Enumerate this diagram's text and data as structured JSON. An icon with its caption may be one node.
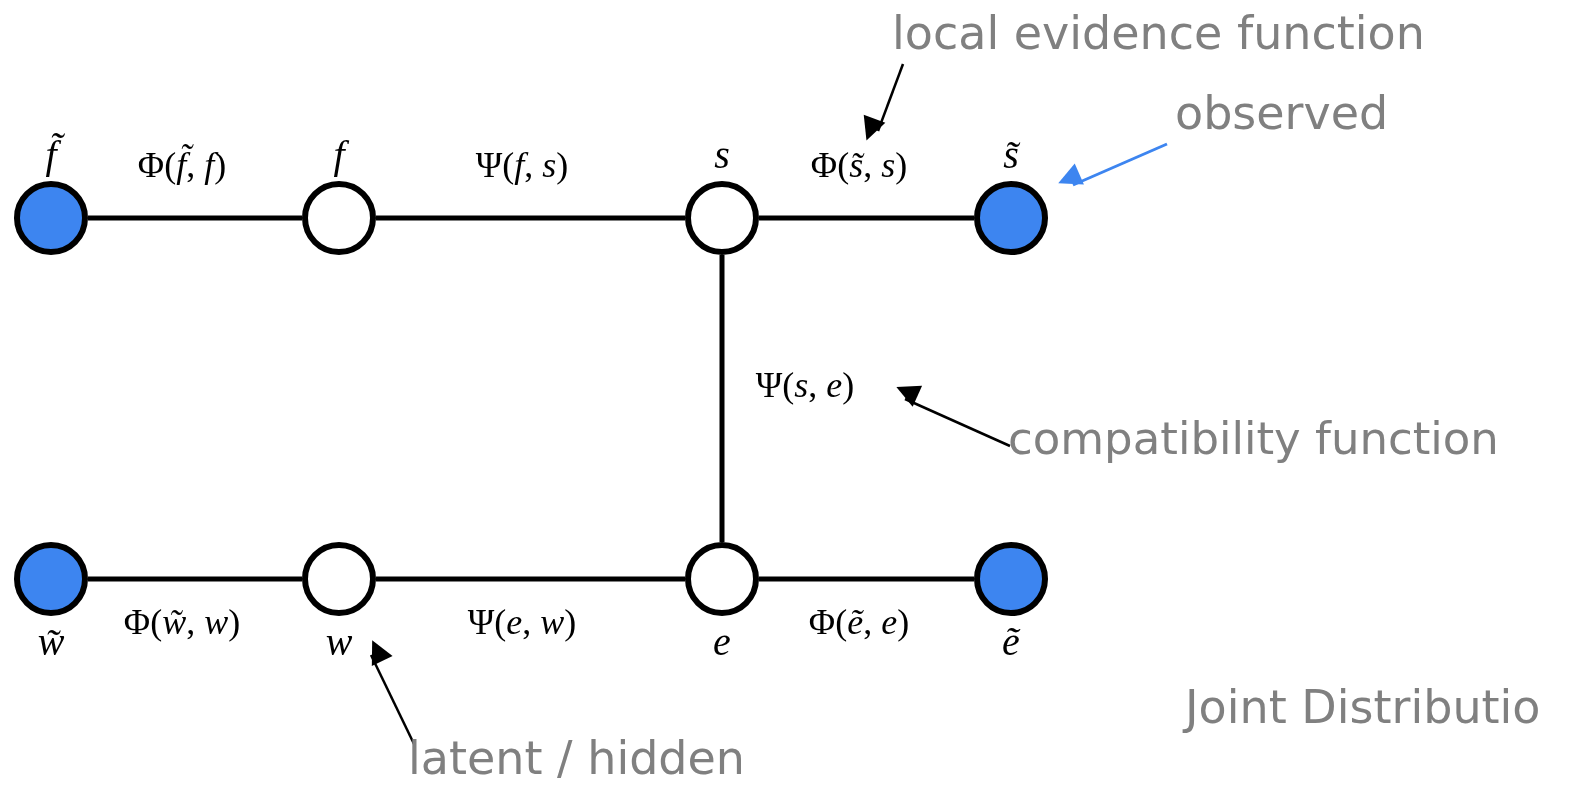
{
  "diagram": {
    "nodes": [
      {
        "text": [
          "f̃"
        ]
      },
      {
        "text": [
          "f"
        ]
      },
      {
        "text": [
          "s"
        ]
      },
      {
        "text": [
          "s̃"
        ]
      },
      {
        "text": [
          "w̃"
        ]
      },
      {
        "text": [
          "w"
        ]
      },
      {
        "text": [
          "e"
        ]
      },
      {
        "text": [
          "ẽ"
        ]
      },
      {
        "text": [
          "local evidence function"
        ]
      },
      {
        "text": [
          "observed"
        ]
      },
      {
        "text": [
          "compatibility function"
        ]
      },
      {
        "text": [
          "latent / hidden"
        ]
      }
    ],
    "edges": [
      {
        "from": 0,
        "to": 1,
        "arrow": "none",
        "label": "Φ(*f̃*, *f*)"
      },
      {
        "from": 1,
        "to": 2,
        "arrow": "none",
        "label": "Ψ(*f*, *s*)"
      },
      {
        "from": 2,
        "to": 3,
        "arrow": "none",
        "label": "Φ(*s̃*, *s*)"
      },
      {
        "from": 2,
        "to": 6,
        "arrow": "none",
        "label": "Ψ(*s*, *e*)"
      },
      {
        "from": 4,
        "to": 5,
        "arrow": "none",
        "label": "Φ(*w̃*, *w*)"
      },
      {
        "from": 5,
        "to": 6,
        "arrow": "none",
        "label": "Ψ(*e*, *w*)"
      },
      {
        "from": 6,
        "to": 7,
        "arrow": "none",
        "label": "Φ(*ẽ*, *e*)"
      },
      {
        "from": 8,
        "to": null,
        "arrow": "to"
      },
      {
        "from": 9,
        "to": 3,
        "arrow": "to",
        "color": "#3d85f0"
      },
      {
        "from": 10,
        "to": null,
        "arrow": "to"
      },
      {
        "from": 11,
        "to": 5,
        "arrow": "to"
      }
    ],
    "labels": [
      "Joint Distributio"
    ]
  }
}
